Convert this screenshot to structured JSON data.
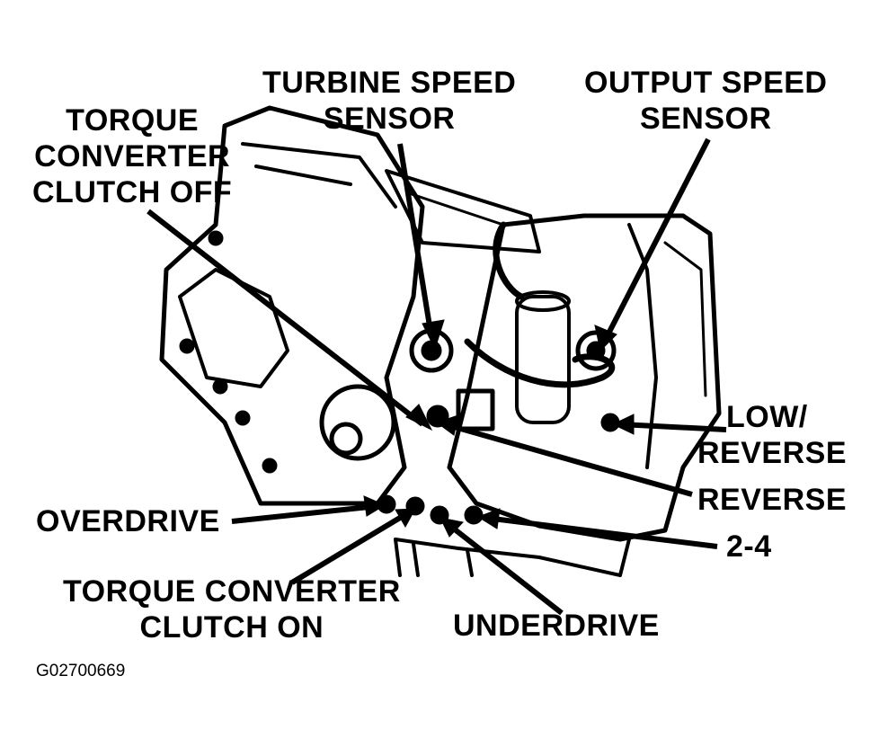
{
  "labels": {
    "turbine_speed_sensor": [
      "TURBINE SPEED",
      "SENSOR"
    ],
    "output_speed_sensor": [
      "OUTPUT SPEED",
      "SENSOR"
    ],
    "tcc_off": [
      "TORQUE",
      "CONVERTER",
      "CLUTCH OFF"
    ],
    "low_reverse": [
      "LOW/",
      "REVERSE"
    ],
    "reverse": "REVERSE",
    "overdrive": "OVERDRIVE",
    "two_four": "2-4",
    "tcc_on": [
      "TORQUE CONVERTER",
      "CLUTCH ON"
    ],
    "underdrive": "UNDERDRIVE"
  },
  "figure_code": "G02700669",
  "colors": {
    "ink": "#000000",
    "paper": "#ffffff"
  }
}
